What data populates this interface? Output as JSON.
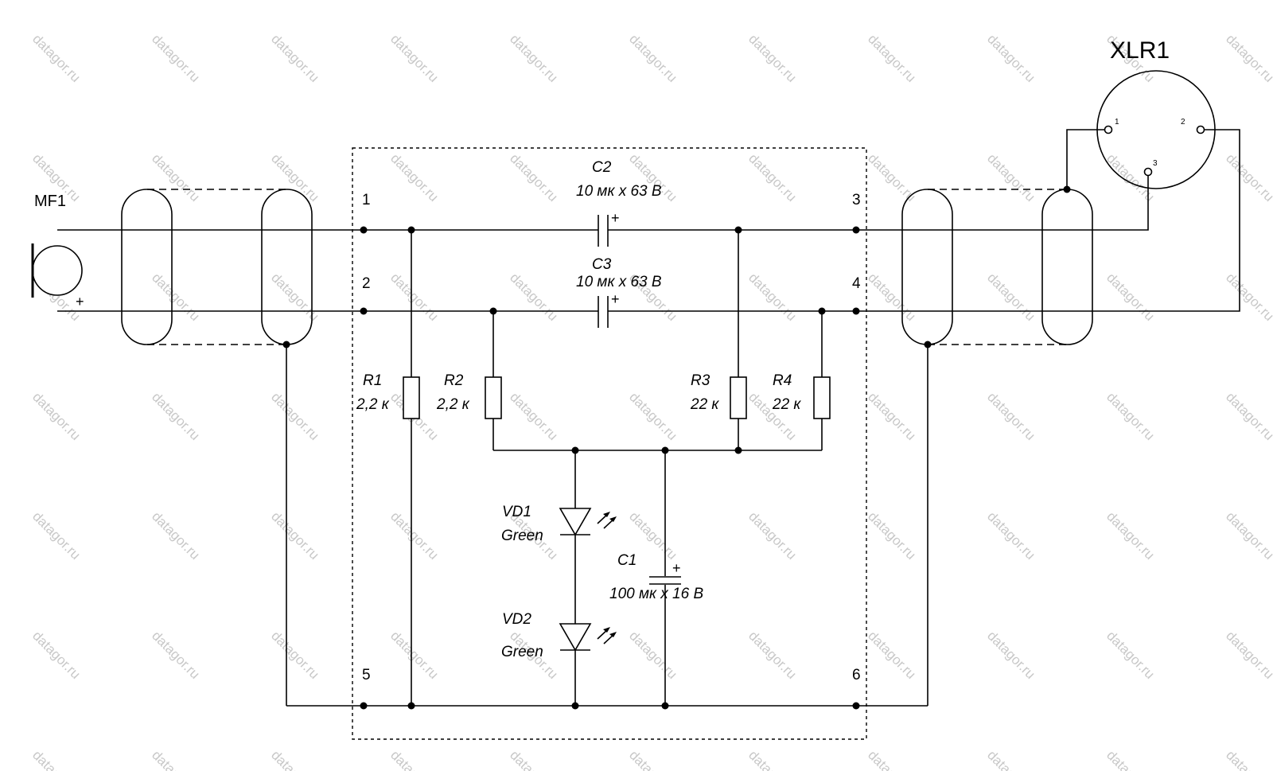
{
  "colors": {
    "ink": "#000000",
    "watermark": "#c8c8c8",
    "background": "#ffffff"
  },
  "watermark": {
    "text": "datagor.ru"
  },
  "connector": {
    "name": "XLR1",
    "pin1": "1",
    "pin2": "2",
    "pin3": "3"
  },
  "microphone": {
    "name": "MF1",
    "polarity": "+"
  },
  "nodes": {
    "n1": "1",
    "n2": "2",
    "n3": "3",
    "n4": "4",
    "n5": "5",
    "n6": "6"
  },
  "capacitors": {
    "c2": {
      "name": "C2",
      "value": "10 мк х 63 В",
      "polarity": "+"
    },
    "c3": {
      "name": "C3",
      "value": "10 мк х 63 В",
      "polarity": "+"
    },
    "c1": {
      "name": "C1",
      "value": "100 мк х 16 В",
      "polarity": "+"
    }
  },
  "resistors": {
    "r1": {
      "name": "R1",
      "value": "2,2 к"
    },
    "r2": {
      "name": "R2",
      "value": "2,2 к"
    },
    "r3": {
      "name": "R3",
      "value": "22 к"
    },
    "r4": {
      "name": "R4",
      "value": "22 к"
    }
  },
  "diodes": {
    "vd1": {
      "name": "VD1",
      "color": "Green"
    },
    "vd2": {
      "name": "VD2",
      "color": "Green"
    }
  }
}
